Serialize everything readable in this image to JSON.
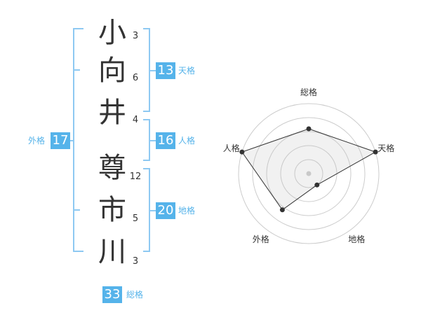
{
  "name": {
    "chars": [
      {
        "char": "小",
        "strokes": "3"
      },
      {
        "char": "向",
        "strokes": "6"
      },
      {
        "char": "井",
        "strokes": "4"
      },
      {
        "char": "尊",
        "strokes": "12"
      },
      {
        "char": "市",
        "strokes": "5"
      },
      {
        "char": "川",
        "strokes": "3"
      }
    ]
  },
  "scores": {
    "tenkaku": {
      "value": "13",
      "label": "天格"
    },
    "jinkaku": {
      "value": "16",
      "label": "人格"
    },
    "chikaku": {
      "value": "20",
      "label": "地格"
    },
    "gaikaku": {
      "value": "17",
      "label": "外格"
    },
    "soukaku": {
      "value": "33",
      "label": "総格"
    }
  },
  "colors": {
    "accent": "#55b3ea",
    "bracket": "#8ec9f2",
    "text": "#333333"
  },
  "chart_data": {
    "type": "radar",
    "axes": [
      "総格",
      "天格",
      "地格",
      "外格",
      "人格"
    ],
    "values": [
      0.64,
      1.0,
      0.2,
      0.64,
      1.0
    ],
    "rings": 5
  }
}
